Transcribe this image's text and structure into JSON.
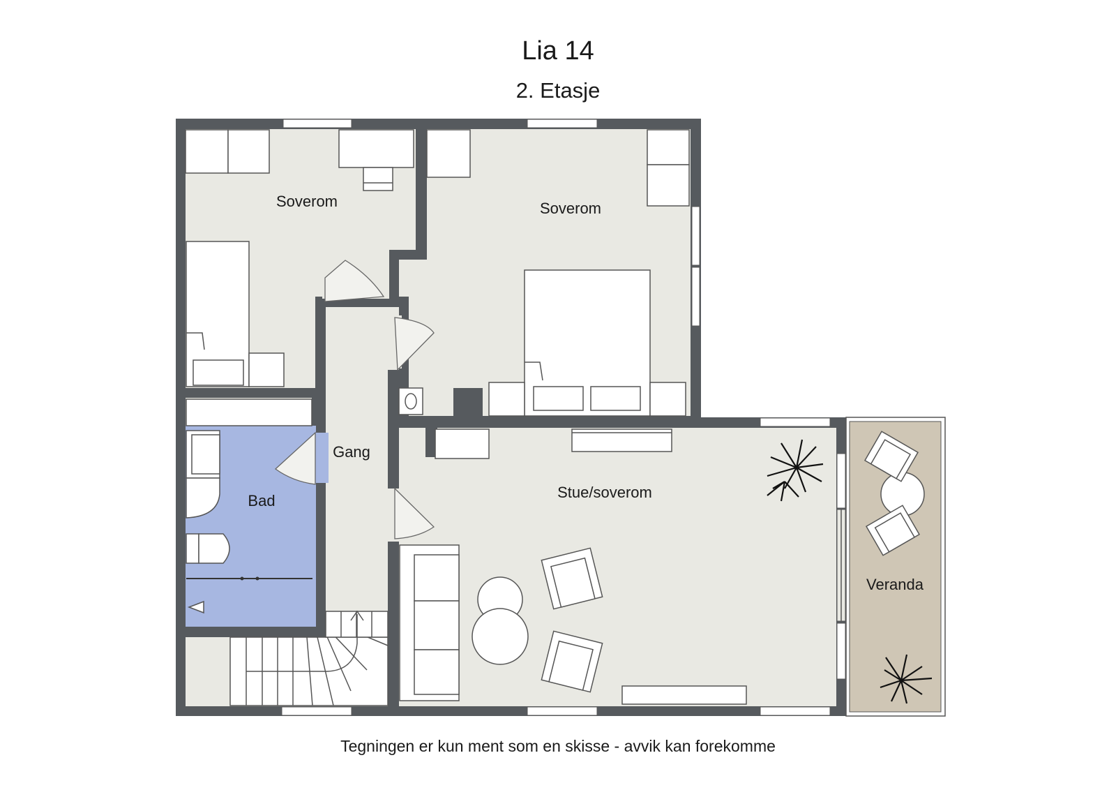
{
  "header": {
    "title": "Lia 14",
    "subtitle": "2. Etasje"
  },
  "rooms": {
    "bedroom_left": "Soverom",
    "bedroom_right": "Soverom",
    "hallway": "Gang",
    "bathroom": "Bad",
    "living": "Stue/soverom",
    "veranda": "Veranda"
  },
  "colors": {
    "floor": "#e9e9e3",
    "bathroom": "#a7b7e1",
    "veranda": "#cfc6b5",
    "wall": "#565a5e"
  },
  "footer": {
    "disclaimer": "Tegningen er kun ment som en skisse - avvik kan forekomme"
  }
}
